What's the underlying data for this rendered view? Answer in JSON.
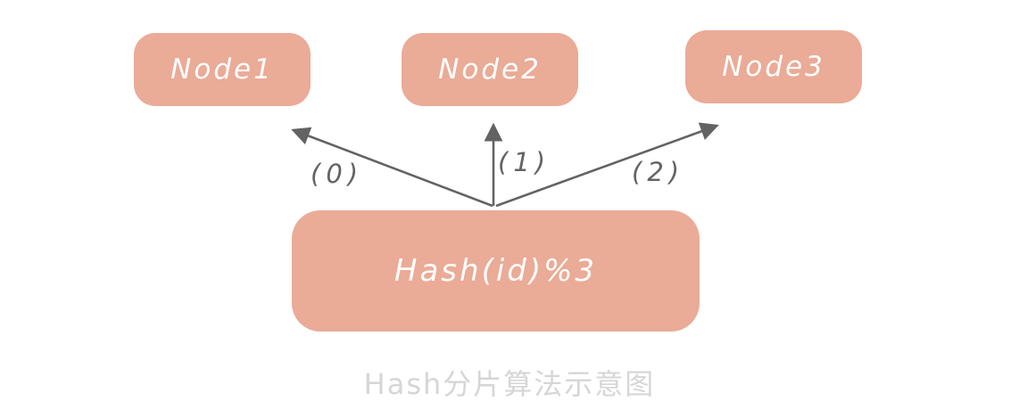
{
  "diagram": {
    "nodes": [
      {
        "label": "Node1"
      },
      {
        "label": "Node2"
      },
      {
        "label": "Node3"
      }
    ],
    "hash_box": {
      "label": "Hash(id)%3"
    },
    "arrow_labels": [
      {
        "label": "(0)"
      },
      {
        "label": "(1)"
      },
      {
        "label": "(2)"
      }
    ],
    "caption": "Hash分片算法示意图",
    "colors": {
      "box_fill": "#EAAB97",
      "box_text": "#FFFFFF",
      "arrow": "#636363",
      "caption": "#D6D6D6",
      "background": "#FFFFFF"
    }
  }
}
